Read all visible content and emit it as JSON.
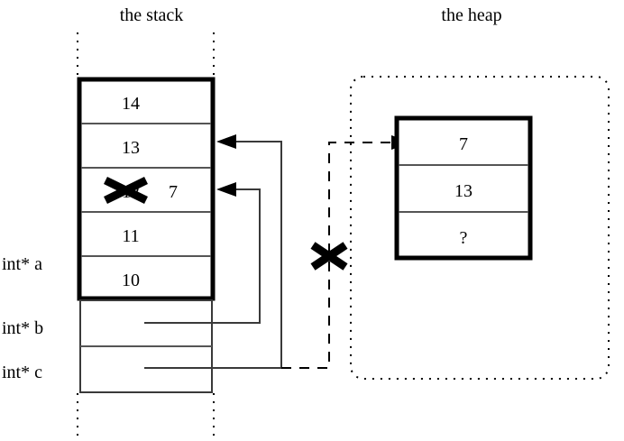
{
  "diagram": {
    "title_stack": "the stack",
    "title_heap": "the heap",
    "stack": {
      "frame_cells": [
        {
          "value": "14"
        },
        {
          "value": "13"
        },
        {
          "value": "12"
        },
        {
          "value": "11"
        },
        {
          "value": "10"
        }
      ],
      "overwritten_cell_index": 2,
      "overwritten_new_value": "7",
      "pointer_cells": [
        {
          "label": "int* a"
        },
        {
          "label": "int* b"
        },
        {
          "label": "int* c"
        }
      ]
    },
    "heap": {
      "cells": [
        {
          "value": "7"
        },
        {
          "value": "13"
        },
        {
          "value": "?"
        }
      ]
    },
    "annotations": {
      "invalid_pointer_mark": "X",
      "struck_value_mark": "X"
    },
    "colors": {
      "ink": "#000000",
      "thin_line": "#3a3a3a",
      "divider": "#555555",
      "background": "#ffffff"
    }
  }
}
